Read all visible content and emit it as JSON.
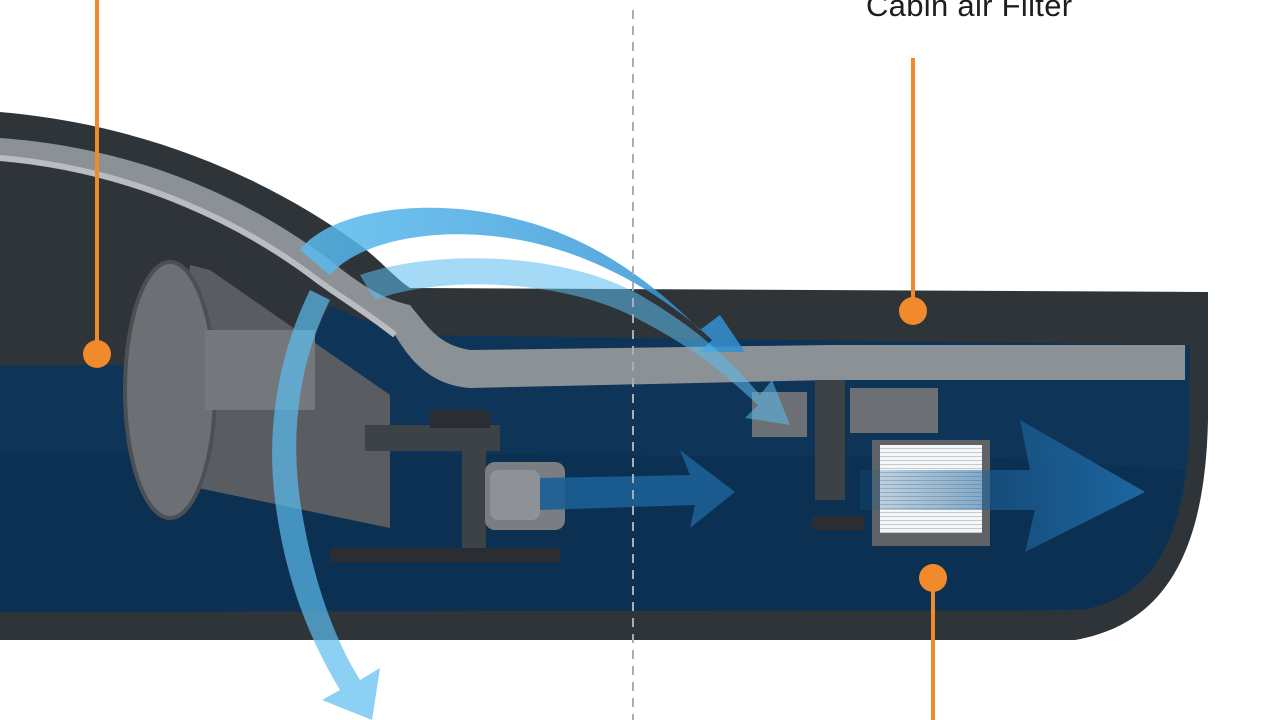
{
  "labels": {
    "cabin_air_filter": "Cabin air Filter"
  },
  "colors": {
    "background": "#ffffff",
    "leader_line": "#f08a2c",
    "body_dark": "#2f3438",
    "interior_navy": "#0e3458",
    "component_grey": "#666a6e",
    "airflow_light": "#5bbcef",
    "airflow_dark": "#1e6aa4",
    "filter_media": "#f2f4f6"
  },
  "icons": {
    "leader_marker": "orange-dot",
    "airflow": "curved-arrow"
  }
}
